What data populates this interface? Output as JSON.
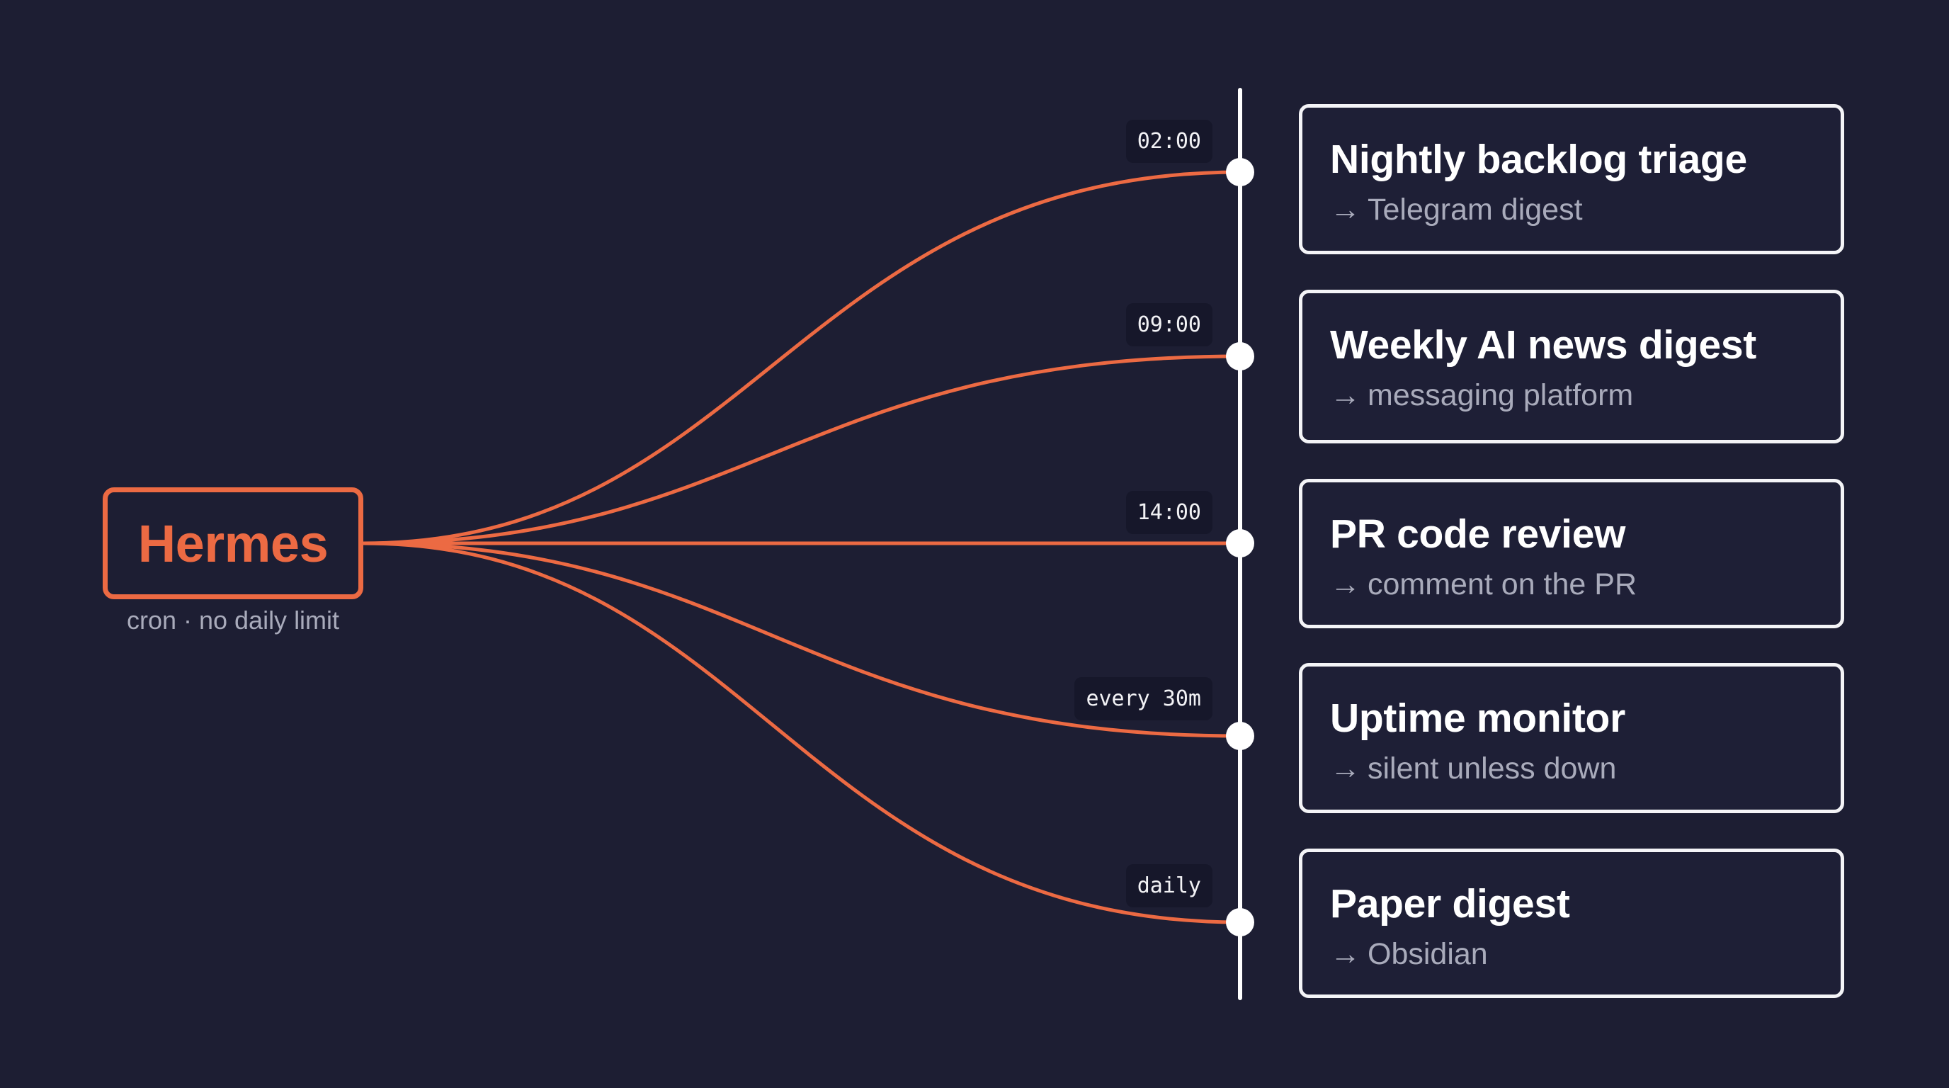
{
  "colors": {
    "background": "#1d1e33",
    "accent": "#ec6a43",
    "timeline": "#ffffff",
    "card_border": "#f4f4f7",
    "subtitle_text": "#a9abbb",
    "badge_bg": "#16172a"
  },
  "source": {
    "title": "Hermes",
    "subtitle": "cron · no daily limit"
  },
  "icons": {
    "arrow": "→"
  },
  "jobs": [
    {
      "schedule": "02:00",
      "title": "Nightly backlog triage",
      "destination": "Telegram digest"
    },
    {
      "schedule": "09:00",
      "title": "Weekly AI news digest",
      "destination": "messaging platform"
    },
    {
      "schedule": "14:00",
      "title": "PR code review",
      "destination": "comment on the PR"
    },
    {
      "schedule": "every 30m",
      "title": "Uptime monitor",
      "destination": "silent unless down"
    },
    {
      "schedule": "daily",
      "title": "Paper digest",
      "destination": "Obsidian"
    }
  ]
}
